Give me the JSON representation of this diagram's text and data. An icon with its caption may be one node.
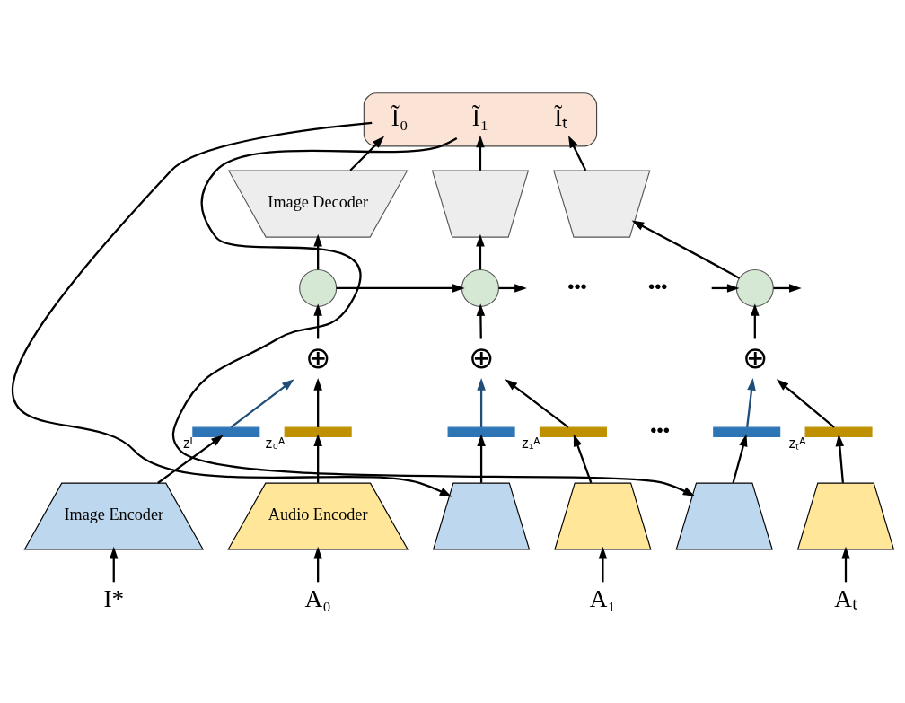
{
  "diagram": {
    "nodes": [
      {
        "text": [],
        "shape": "box"
      },
      {
        "text": [
          "Ĩ₀"
        ],
        "in": 0
      },
      {
        "text": [
          "Ĩ₁"
        ],
        "in": 0
      },
      {
        "text": [
          "Ĩₜ"
        ],
        "in": 0
      },
      {
        "text": [
          "Image Decoder"
        ]
      },
      {
        "text": [],
        "shape": "trapezoid"
      },
      {
        "text": [],
        "shape": "trapezoid"
      },
      {
        "text": [],
        "shape": "circle"
      },
      {
        "text": [],
        "shape": "circle"
      },
      {
        "text": [],
        "shape": "circle"
      },
      {
        "text": [
          "⊕"
        ]
      },
      {
        "text": [
          "⊕"
        ]
      },
      {
        "text": [
          "⊕"
        ]
      },
      {
        "text": [],
        "shape": "bar",
        "beside": [
          "zᴵ"
        ]
      },
      {
        "text": [],
        "shape": "bar",
        "beside": [
          "z₀ᴬ"
        ]
      },
      {
        "text": [],
        "shape": "bar"
      },
      {
        "text": [],
        "shape": "bar",
        "beside": [
          "z₁ᴬ"
        ]
      },
      {
        "text": [],
        "shape": "bar"
      },
      {
        "text": [],
        "shape": "bar",
        "beside": [
          "zₜᴬ"
        ]
      },
      {
        "text": [
          "Image Encoder"
        ]
      },
      {
        "text": [
          "Audio Encoder"
        ]
      },
      {
        "text": [],
        "shape": "trapezoid"
      },
      {
        "text": [],
        "shape": "trapezoid"
      },
      {
        "text": [],
        "shape": "trapezoid"
      },
      {
        "text": [],
        "shape": "trapezoid"
      },
      {
        "text": [
          "I*"
        ]
      },
      {
        "text": [
          "A₀"
        ]
      },
      {
        "text": [
          "A₁"
        ]
      },
      {
        "text": [
          "Aₜ"
        ]
      }
    ],
    "edges": [
      {
        "from": 4,
        "to": 1,
        "arrow": "to"
      },
      {
        "from": 5,
        "to": 2,
        "arrow": "to"
      },
      {
        "from": 6,
        "to": 3,
        "arrow": "to"
      },
      {
        "from": 7,
        "to": 4,
        "arrow": "to"
      },
      {
        "from": 8,
        "to": 5,
        "arrow": "to"
      },
      {
        "from": 9,
        "to": 6,
        "arrow": "to"
      },
      {
        "from": 10,
        "to": 7,
        "arrow": "to"
      },
      {
        "from": 11,
        "to": 8,
        "arrow": "to"
      },
      {
        "from": 12,
        "to": 9,
        "arrow": "to"
      },
      {
        "from": 13,
        "to": 10,
        "arrow": "to",
        "color": "#1f4e79"
      },
      {
        "from": 14,
        "to": 10,
        "arrow": "to"
      },
      {
        "from": 15,
        "to": 11,
        "arrow": "to",
        "color": "#1f4e79"
      },
      {
        "from": 16,
        "to": 11,
        "arrow": "to"
      },
      {
        "from": 17,
        "to": 12,
        "arrow": "to",
        "color": "#1f4e79"
      },
      {
        "from": 18,
        "to": 12,
        "arrow": "to"
      },
      {
        "from": 19,
        "to": 13,
        "arrow": "to"
      },
      {
        "from": 20,
        "to": 14,
        "arrow": "to"
      },
      {
        "from": 21,
        "to": 15,
        "arrow": "to"
      },
      {
        "from": 22,
        "to": 16,
        "arrow": "to"
      },
      {
        "from": 23,
        "to": 17,
        "arrow": "to"
      },
      {
        "from": 24,
        "to": 18,
        "arrow": "to"
      },
      {
        "from": 25,
        "to": 19,
        "arrow": "to"
      },
      {
        "from": 26,
        "to": 20,
        "arrow": "to"
      },
      {
        "from": 27,
        "to": 22,
        "arrow": "to"
      },
      {
        "from": 28,
        "to": 24,
        "arrow": "to"
      },
      {
        "from": 1,
        "to": 21,
        "arrow": "to"
      },
      {
        "from": 2,
        "to": 23,
        "arrow": "to"
      },
      {
        "from": 7,
        "to": 8,
        "arrow": "to"
      },
      {
        "from": 8,
        "to": null,
        "arrow": "to"
      },
      {
        "from": 9,
        "to": null,
        "arrow": "to"
      },
      {
        "from": null,
        "to": 9,
        "arrow": "to"
      }
    ],
    "labels": [
      "•••",
      "•••",
      "•••"
    ]
  }
}
